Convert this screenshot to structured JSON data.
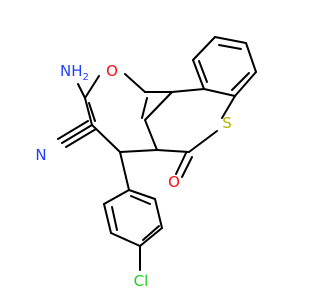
{
  "molecule": {
    "atoms": {
      "amino": {
        "text": "NH",
        "sub": "2",
        "color": "#1f3fff"
      },
      "ring_oxygen": {
        "text": "O",
        "color": "#ff0d0d"
      },
      "nitrile_n": {
        "text": "N",
        "color": "#1f3fff"
      },
      "sulfur": {
        "text": "S",
        "color": "#b5b500"
      },
      "carbonyl_oxygen": {
        "text": "O",
        "color": "#ff0d0d"
      },
      "chlorine": {
        "text": "Cl",
        "color": "#1fd01f"
      }
    },
    "bond_color": "#000000"
  }
}
